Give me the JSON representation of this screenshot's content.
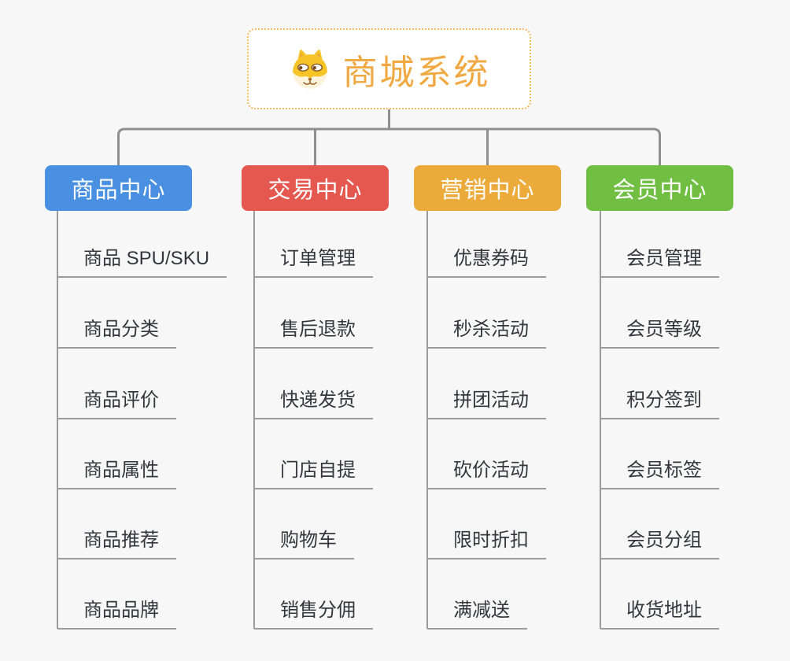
{
  "title_node": {
    "icon": "dog-face-icon",
    "title": "商城系统"
  },
  "branches": [
    {
      "id": "product-center",
      "label": "商品中心",
      "color": "#4A90E2",
      "children": [
        "商品 SPU/SKU",
        "商品分类",
        "商品评价",
        "商品属性",
        "商品推荐",
        "商品品牌"
      ]
    },
    {
      "id": "trade-center",
      "label": "交易中心",
      "color": "#E5584F",
      "children": [
        "订单管理",
        "售后退款",
        "快递发货",
        "门店自提",
        "购物车",
        "销售分佣"
      ]
    },
    {
      "id": "marketing-center",
      "label": "营销中心",
      "color": "#ECAA3B",
      "children": [
        "优惠券码",
        "秒杀活动",
        "拼团活动",
        "砍价活动",
        "限时折扣",
        "满减送"
      ]
    },
    {
      "id": "member-center",
      "label": "会员中心",
      "color": "#70BF43",
      "children": [
        "会员管理",
        "会员等级",
        "积分签到",
        "会员标签",
        "会员分组",
        "收货地址"
      ]
    }
  ],
  "colors": {
    "background": "#F7F7F7",
    "connector_line": "#8F8F8F",
    "trunk_line": "#9A9A9A",
    "leaf_underline": "#9C9C9C",
    "leaf_text": "#33373D",
    "root_border": "#F6B95C",
    "root_title_text": "#F0A842",
    "root_background": "#FFFFFF",
    "branch_text": "#FFFFFF"
  }
}
